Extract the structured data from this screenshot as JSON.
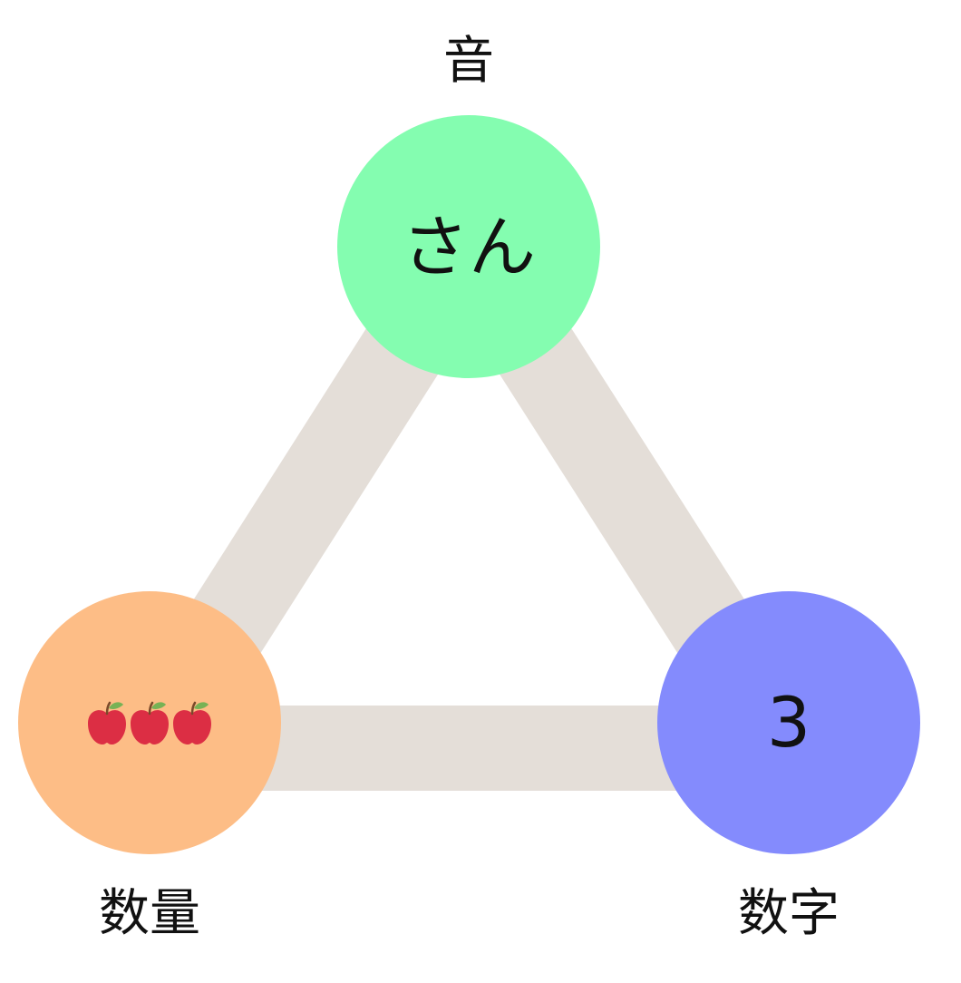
{
  "colors": {
    "edge": "#e4ded8",
    "sound_node": "#84fdb0",
    "quantity_node": "#fdbd86",
    "numeral_node": "#848bfd",
    "apple_body": "#dc2e44",
    "apple_leaf": "#77b255",
    "apple_stem": "#7a4a2a",
    "text": "#111111"
  },
  "nodes": {
    "sound": {
      "caption": "音",
      "content": "さん"
    },
    "quantity": {
      "caption": "数量",
      "content_icon": "apple-icon",
      "content_count": 3
    },
    "numeral": {
      "caption": "数字",
      "content": "3"
    }
  },
  "edges": [
    {
      "from": "sound",
      "to": "quantity"
    },
    {
      "from": "sound",
      "to": "numeral"
    },
    {
      "from": "quantity",
      "to": "numeral"
    }
  ]
}
